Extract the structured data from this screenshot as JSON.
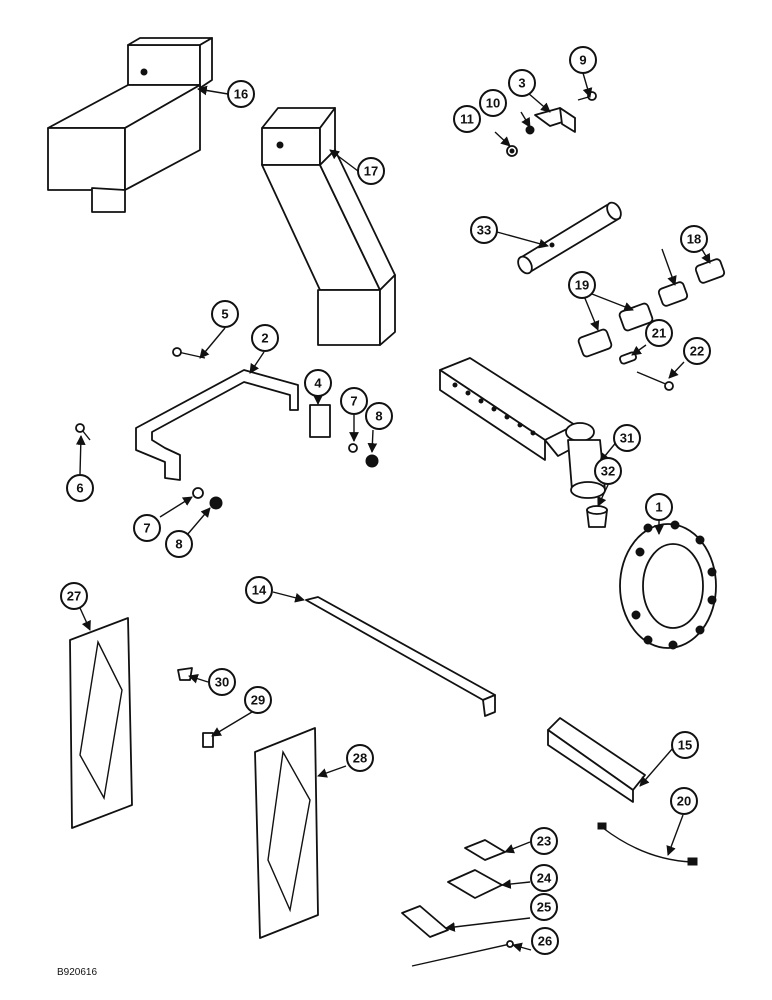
{
  "diagram_code": "B920616",
  "callouts": [
    {
      "key": "c16",
      "label": "16"
    },
    {
      "key": "c17",
      "label": "17"
    },
    {
      "key": "c9",
      "label": "9"
    },
    {
      "key": "c3",
      "label": "3"
    },
    {
      "key": "c10",
      "label": "10"
    },
    {
      "key": "c11",
      "label": "11"
    },
    {
      "key": "c33",
      "label": "33"
    },
    {
      "key": "c18",
      "label": "18"
    },
    {
      "key": "c19",
      "label": "19"
    },
    {
      "key": "c21",
      "label": "21"
    },
    {
      "key": "c22",
      "label": "22"
    },
    {
      "key": "c5",
      "label": "5"
    },
    {
      "key": "c2",
      "label": "2"
    },
    {
      "key": "c4",
      "label": "4"
    },
    {
      "key": "c7a",
      "label": "7"
    },
    {
      "key": "c8a",
      "label": "8"
    },
    {
      "key": "c6",
      "label": "6"
    },
    {
      "key": "c7b",
      "label": "7"
    },
    {
      "key": "c8b",
      "label": "8"
    },
    {
      "key": "c31",
      "label": "31"
    },
    {
      "key": "c32",
      "label": "32"
    },
    {
      "key": "c1",
      "label": "1"
    },
    {
      "key": "c14",
      "label": "14"
    },
    {
      "key": "c27",
      "label": "27"
    },
    {
      "key": "c30",
      "label": "30"
    },
    {
      "key": "c29",
      "label": "29"
    },
    {
      "key": "c28",
      "label": "28"
    },
    {
      "key": "c15",
      "label": "15"
    },
    {
      "key": "c20",
      "label": "20"
    },
    {
      "key": "c23",
      "label": "23"
    },
    {
      "key": "c24",
      "label": "24"
    },
    {
      "key": "c25",
      "label": "25"
    },
    {
      "key": "c26",
      "label": "26"
    }
  ]
}
